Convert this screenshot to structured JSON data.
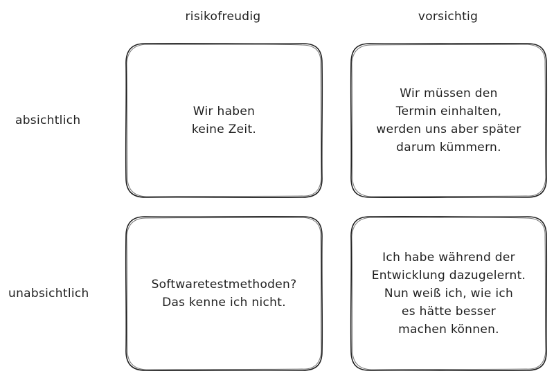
{
  "columns": [
    "risikofreudig",
    "vorsichtig"
  ],
  "rows": [
    "absichtlich",
    "unabsichtlich"
  ],
  "cells": {
    "tl": [
      "Wir haben",
      "keine Zeit."
    ],
    "tr": [
      "Wir müssen den",
      "Termin einhalten,",
      "werden uns aber später",
      "darum kümmern."
    ],
    "bl": [
      "Softwaretestmethoden?",
      "Das kenne ich nicht."
    ],
    "br": [
      "Ich habe während der",
      "Entwicklung dazugelernt.",
      "Nun weiß ich, wie ich",
      "es hätte besser",
      "machen können."
    ]
  },
  "colors": {
    "stroke": "#1e1e1e",
    "background": "#ffffff"
  }
}
